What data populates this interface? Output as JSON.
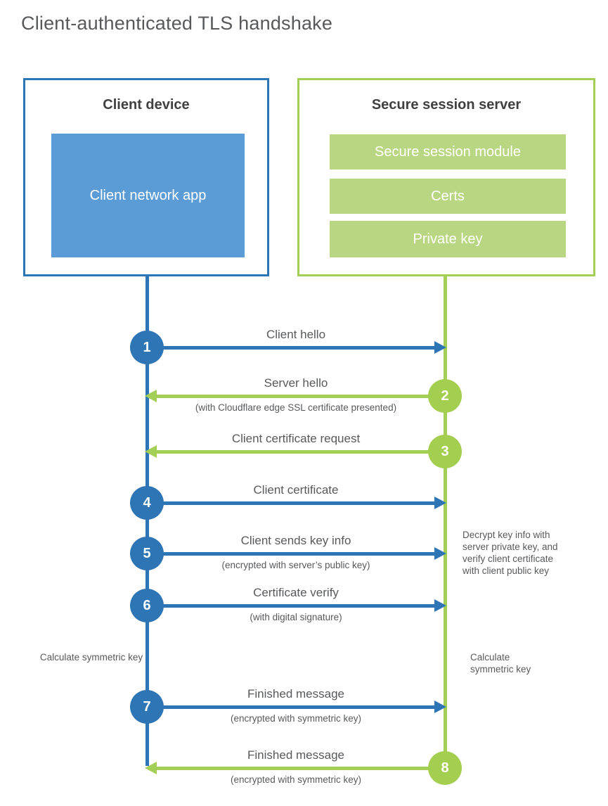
{
  "title": "Client-authenticated TLS handshake",
  "client_box": {
    "title": "Client device",
    "app_label": "Client network app"
  },
  "server_box": {
    "title": "Secure session server",
    "modules": [
      "Secure session module",
      "Certs",
      "Private key"
    ]
  },
  "steps": [
    {
      "num": "1",
      "from": "client",
      "direction": "right",
      "label": "Client hello",
      "sublabel": ""
    },
    {
      "num": "2",
      "from": "server",
      "direction": "left",
      "label": "Server hello",
      "sublabel": "(with Cloudflare edge SSL certificate presented)"
    },
    {
      "num": "3",
      "from": "server",
      "direction": "left",
      "label": "Client certificate request",
      "sublabel": ""
    },
    {
      "num": "4",
      "from": "client",
      "direction": "right",
      "label": "Client certificate",
      "sublabel": ""
    },
    {
      "num": "5",
      "from": "client",
      "direction": "right",
      "label": "Client sends key info",
      "sublabel": "(encrypted with server’s public key)"
    },
    {
      "num": "6",
      "from": "client",
      "direction": "right",
      "label": "Certificate verify",
      "sublabel": "(with digital signature)"
    },
    {
      "num": "7",
      "from": "client",
      "direction": "right",
      "label": "Finished message",
      "sublabel": "(encrypted with symmetric key)"
    },
    {
      "num": "8",
      "from": "server",
      "direction": "left",
      "label": "Finished message",
      "sublabel": "(encrypted with symmetric key)"
    }
  ],
  "notes": {
    "decrypt": "Decrypt key info with server private key, and verify client certificate with client public key",
    "calc_client": "Calculate symmetric key",
    "calc_server": "Calculate symmetric key"
  },
  "colors": {
    "blue_accent": "#2E75B6",
    "blue_fill": "#5C9CD6",
    "green_accent": "#A3CF56",
    "green_fill": "#B9D783",
    "heading_text": "#404040",
    "body_text": "#58595B"
  }
}
